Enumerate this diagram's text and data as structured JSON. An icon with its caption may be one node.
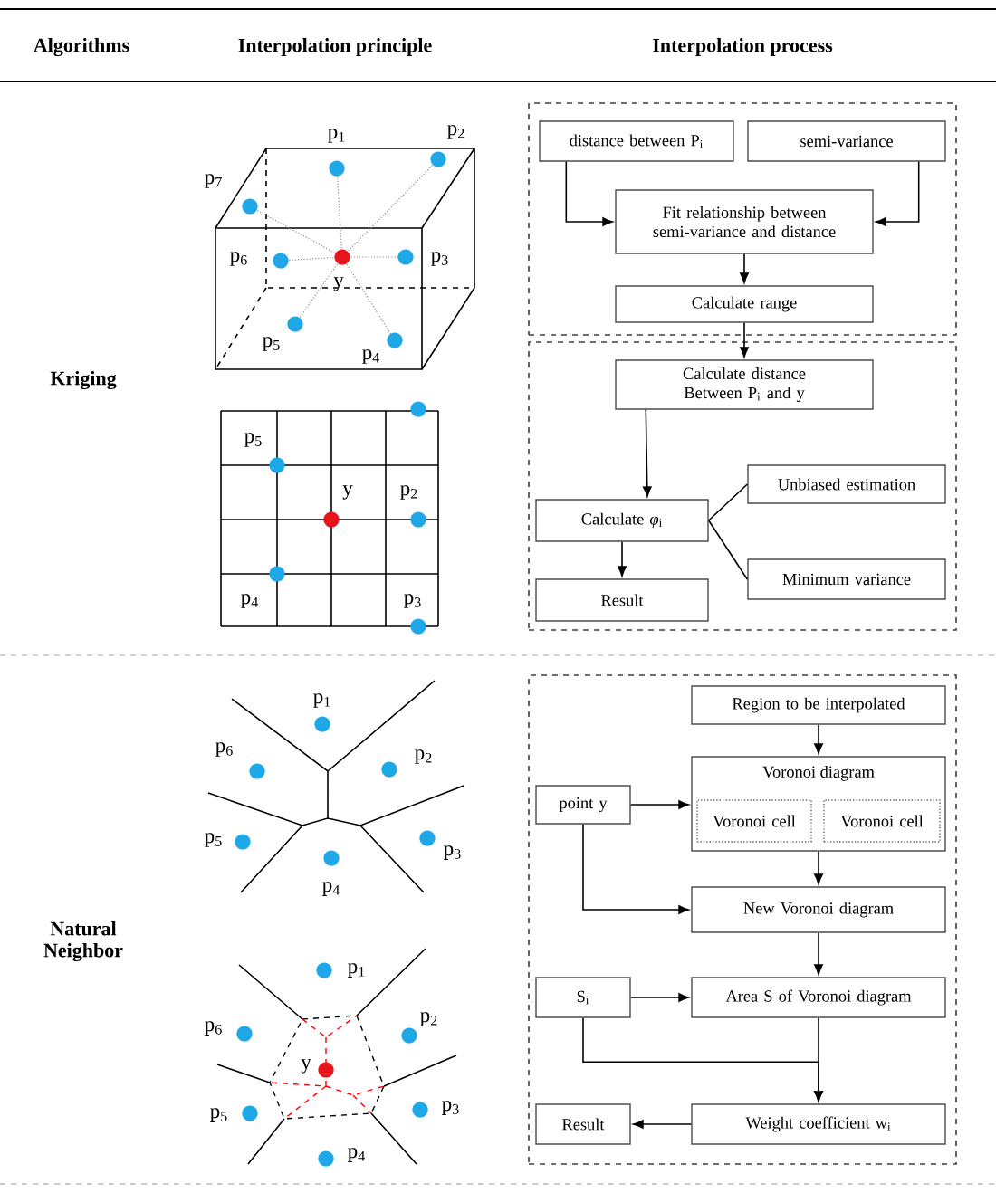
{
  "diagram": {
    "nodes": [
      {
        "text": [],
        "shape": "box"
      },
      {
        "text": [
          "distance between P$_{i}$"
        ],
        "in": 0
      },
      {
        "text": [
          "semi-variance"
        ],
        "in": 0
      },
      {
        "text": [
          "Fit relationship between semi-variance and distance"
        ],
        "in": 0
      },
      {
        "text": [
          "Calculate range"
        ],
        "in": 0
      },
      {
        "text": [],
        "shape": "box"
      },
      {
        "text": [
          "Calculate distance Between P$_{i}$ and y"
        ],
        "in": 5
      },
      {
        "text": [
          "Calculate *φ*$_{i}$"
        ],
        "in": 5
      },
      {
        "text": [
          "Unbiased estimation"
        ],
        "in": 5
      },
      {
        "text": [
          "Minimum variance"
        ],
        "in": 5
      },
      {
        "text": [
          "Result"
        ],
        "in": 5
      },
      {
        "text": [],
        "shape": "box"
      },
      {
        "text": [
          "Region to be interpolated"
        ],
        "in": 11
      },
      {
        "text": [
          "Voronoi diagram"
        ],
        "in": 11
      },
      {
        "text": [
          "Voronoi cell"
        ],
        "in": 13
      },
      {
        "text": [
          "Voronoi cell"
        ],
        "in": 13
      },
      {
        "text": [
          "point y"
        ],
        "in": 11
      },
      {
        "text": [
          "New Voronoi diagram"
        ],
        "in": 11
      },
      {
        "text": [
          "S$_{i}$"
        ],
        "in": 11
      },
      {
        "text": [
          "Area S of Voronoi diagram"
        ],
        "in": 11
      },
      {
        "text": [
          "Weight coefficient w$_{i}$"
        ],
        "in": 11
      },
      {
        "text": [
          "Result"
        ],
        "in": 11
      }
    ],
    "edges": [
      {
        "from": 1,
        "to": 3,
        "arrow": "to"
      },
      {
        "from": 2,
        "to": 3,
        "arrow": "to"
      },
      {
        "from": 3,
        "to": 4,
        "arrow": "to"
      },
      {
        "from": 4,
        "to": 6,
        "arrow": "to"
      },
      {
        "from": 6,
        "to": 7,
        "arrow": "to"
      },
      {
        "from": 7,
        "to": 8,
        "arrow": "none"
      },
      {
        "from": 7,
        "to": 9,
        "arrow": "none"
      },
      {
        "from": 7,
        "to": 10,
        "arrow": "to"
      },
      {
        "from": 12,
        "to": 13,
        "arrow": "to"
      },
      {
        "from": 16,
        "to": 13,
        "arrow": "to"
      },
      {
        "from": 13,
        "to": 17,
        "arrow": "to"
      },
      {
        "from": 16,
        "to": 17,
        "arrow": "to"
      },
      {
        "from": 17,
        "to": 19,
        "arrow": "to"
      },
      {
        "from": 18,
        "to": 19,
        "arrow": "to"
      },
      {
        "from": 19,
        "to": 20,
        "arrow": "to"
      },
      {
        "from": 18,
        "to": 20,
        "arrow": "to"
      },
      {
        "from": 20,
        "to": 21,
        "arrow": "to"
      }
    ],
    "labels": [
      "Algorithms",
      "Interpolation principle",
      "Interpolation process",
      "Kriging",
      "p$_{1}$",
      "p$_{2}$",
      "p$_{7}$",
      "p$_{6}$",
      "y",
      "p$_{3}$",
      "p$_{5}$",
      "p$_{4}$",
      "p$_{5}$",
      "y",
      "p$_{2}$",
      "p$_{4}$",
      "p$_{3}$",
      "Natural Neighbor",
      "p$_{1}$",
      "p$_{6}$",
      "p$_{2}$",
      "p$_{5}$",
      "p$_{3}$",
      "p$_{4}$",
      "p$_{1}$",
      "p$_{6}$",
      "p$_{2}$",
      "y",
      "p$_{5}$",
      "p$_{3}$",
      "p$_{4}$"
    ]
  }
}
